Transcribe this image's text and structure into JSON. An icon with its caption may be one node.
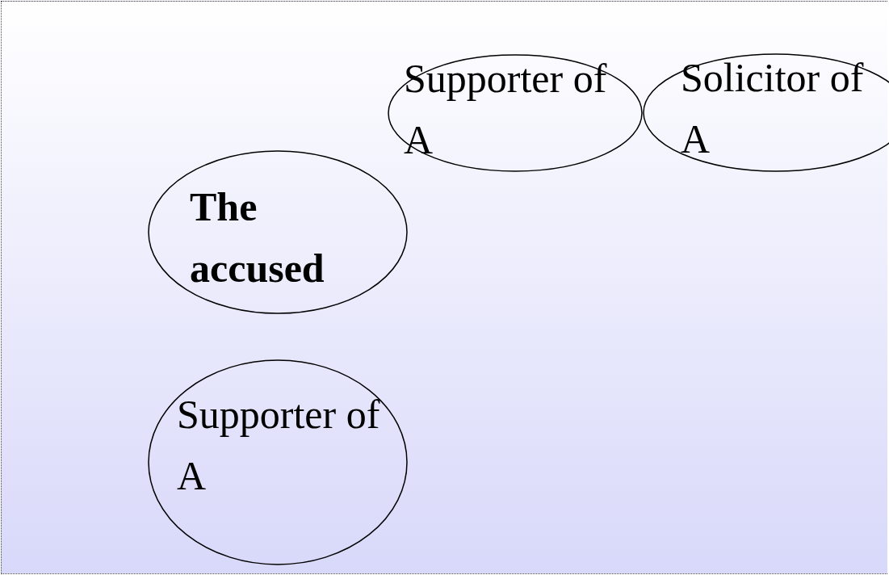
{
  "diagram": {
    "nodes": [
      {
        "text": [
          "Supporter of A"
        ]
      },
      {
        "text": [
          "Solicitor of A"
        ]
      },
      {
        "text": [
          "The accused"
        ]
      },
      {
        "text": [
          "Supporter of A"
        ]
      }
    ]
  }
}
